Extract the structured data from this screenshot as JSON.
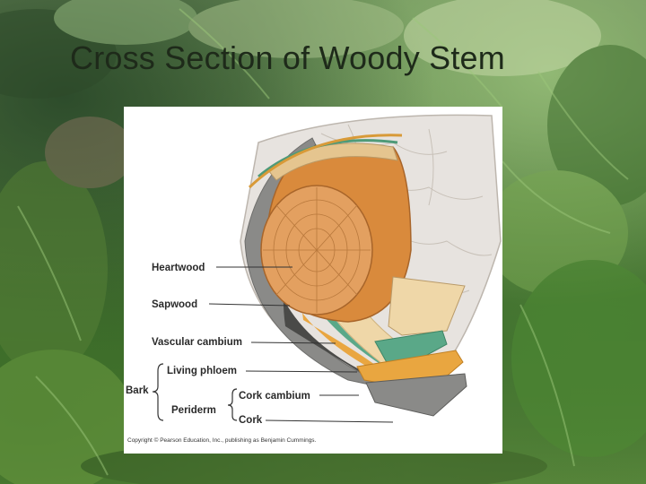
{
  "slide": {
    "title": "Cross Section of Woody Stem"
  },
  "diagram": {
    "labels": {
      "heartwood": "Heartwood",
      "sapwood": "Sapwood",
      "vascular_cambium": "Vascular cambium",
      "living_phloem": "Living phloem",
      "bark": "Bark",
      "periderm": "Periderm",
      "cork_cambium": "Cork cambium",
      "cork": "Cork"
    },
    "copyright": "Copyright © Pearson Education, Inc., publishing as Benjamin Cummings."
  },
  "colors": {
    "heartwood": "#d98a3c",
    "sapwood": "#efd7a8",
    "vascular_cambium": "#5aa888",
    "living_phloem": "#e9a640",
    "cork": "#8a8a88",
    "bark_surface": "#e7e3df"
  }
}
